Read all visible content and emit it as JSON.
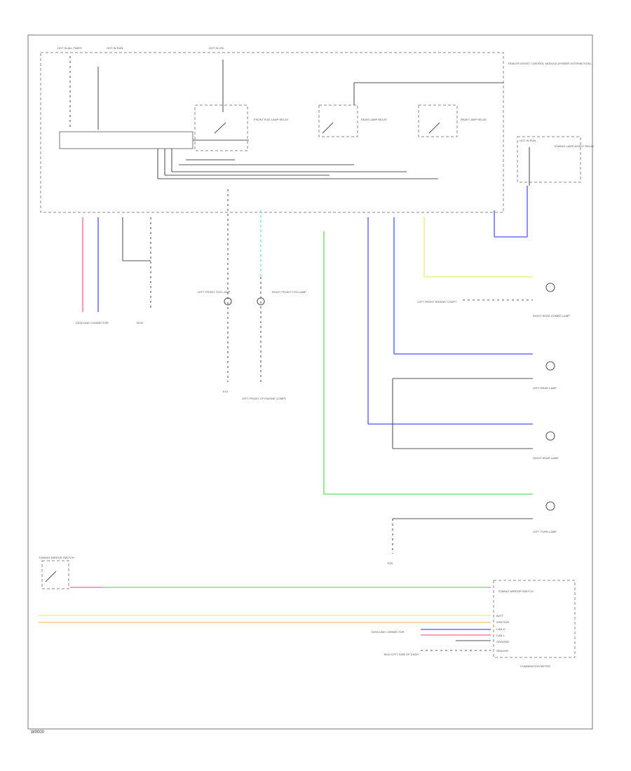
{
  "footer": {
    "code": "W0000"
  },
  "wire_colors": {
    "red": "#ff7f9c",
    "blue": "#6f6fff",
    "green": "#7fe07f",
    "yellow": "#f3f07a",
    "orange": "#f6c79a",
    "cyan": "#7fe8e0",
    "black": "#444444"
  },
  "labels": {
    "fuse_1": "HOT IN ALL TIMES",
    "fuse_2": "HOT IN RUN",
    "fuse_3": "HOT IN ON",
    "module_main": "TRAILER ASSIST CONTROL MODULE (POWER DISTRIBUTION)",
    "relay_1": "FRONT FOG LAMP RELAY",
    "relay_2": "REAR LAMP RELAY",
    "relay_3": "REAR LAMP RELAY",
    "fuse_4": "HOT IN RUN",
    "fuse_4b": "TOWING LAMP ASSIST RELAY",
    "gnd_left": "DATA LINK CONNECTOR",
    "gnd_left2": "BCM",
    "lamp_left": "LEFT FRONT FOG LAMP",
    "lamp_right": "RIGHT FRONT FOG LAMP",
    "gnd_mid": "E16",
    "gnd_mid2": "LEFT FRONT OF ENGINE COMPT",
    "conn_ra": "RIGHT REAR COMBO LAMP",
    "conn_ra_src": "LEFT FRONT ENGINE COMPT",
    "conn_lr": "LEFT REAR LAMP",
    "conn_rr": "RIGHT REAR LAMP",
    "conn_lt": "LEFT TURN LAMP",
    "gnd_bottom": "E20",
    "switch_bottom": "TOWING MIRROR SWITCH",
    "conn_box_title": "TOWING MIRROR SWITCH",
    "conn_box_footer": "COMBINATION METER",
    "pins": [
      "BATT",
      "IGNITION",
      "CAN-H",
      "CAN-L",
      "GROUND",
      "SENSOR"
    ],
    "bottom_src1": "DATA LINK CONNECTOR",
    "bottom_src2": "BCM LEFT SIDE OF DASH"
  }
}
